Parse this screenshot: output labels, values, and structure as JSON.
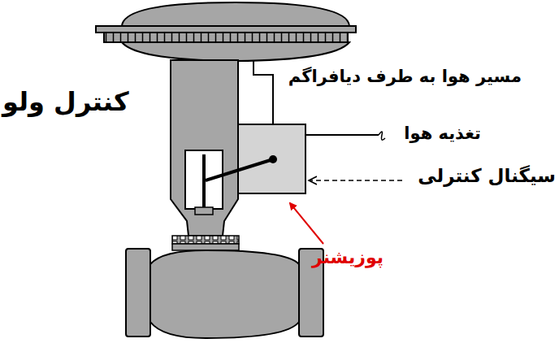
{
  "diagram": {
    "title": "کنترل ولو",
    "labels": [
      "مسیر هوا به طرف دیافراگم",
      "تغذیه هوا",
      "سیگنال کنترلی",
      "پوزیشنر"
    ]
  }
}
